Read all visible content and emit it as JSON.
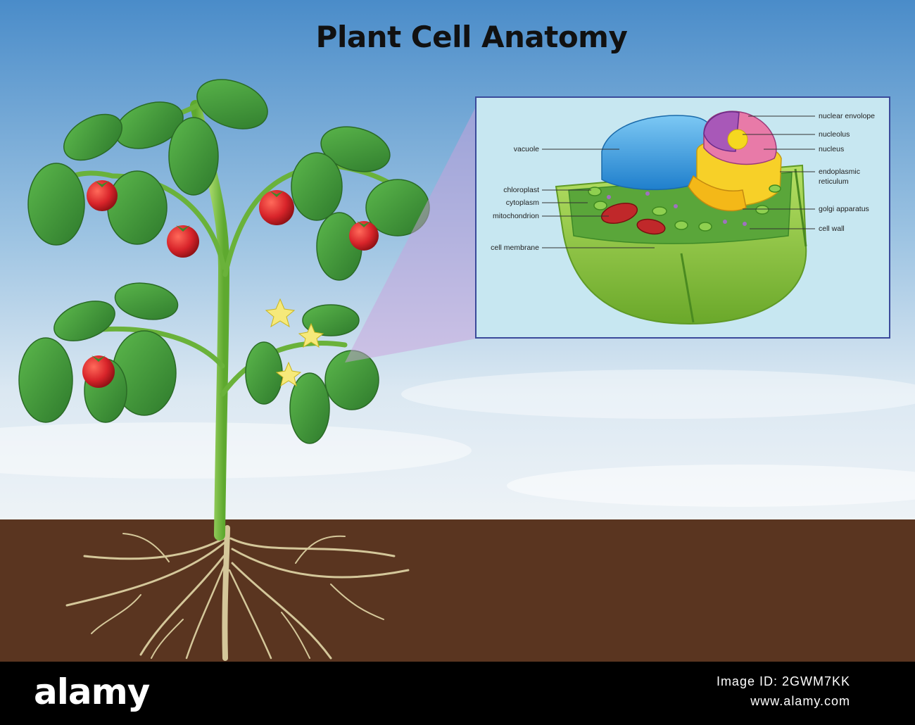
{
  "title": "Plant Cell Anatomy",
  "labels": {
    "nuclear_envelope": "nuclear envolope",
    "nucleolus": "nucleolus",
    "nucleus": "nucleus",
    "vacuole": "vacuole",
    "endoplasmic_reticulum_line1": "endoplasmic",
    "endoplasmic_reticulum_line2": "reticulum",
    "chloroplast": "chloroplast",
    "cytoplasm": "cytoplasm",
    "golgi_apparatus": "golgi apparatus",
    "mitochondrion": "mitochondrion",
    "cell_wall": "cell wall",
    "cell_membrane": "cell membrane"
  },
  "watermark": {
    "logo": "alamy",
    "image_id": "Image ID: 2GWM7KK",
    "url": "www.alamy.com"
  },
  "colors": {
    "sky_top": "#4a8cc9",
    "sky_bottom": "#e8f0f6",
    "soil": "#5a3520",
    "stem": "#7cc043",
    "leaf": "#3f9a3a",
    "tomato": "#d8242a",
    "inset_bg": "#c8e8f2",
    "inset_border": "#3a4a9a",
    "vacuole": "#3aa0e0",
    "nucleus": "#e87aa8",
    "nucleolus": "#f5d820",
    "cell_wall": "#8cc63e",
    "mitochondrion": "#c0282a"
  }
}
